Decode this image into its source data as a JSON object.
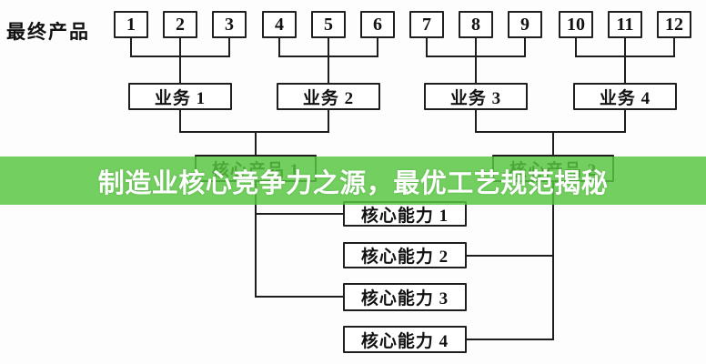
{
  "page": {
    "background": "#fdfdfd"
  },
  "banner": {
    "text": "制造业核心竞争力之源，最优工艺规范揭秘",
    "background_color": "#5ec746",
    "text_color": "#ffffff"
  },
  "diagram": {
    "final_products_label": "最终产品",
    "products": [
      "1",
      "2",
      "3",
      "4",
      "5",
      "6",
      "7",
      "8",
      "9",
      "10",
      "11",
      "12"
    ],
    "businesses": [
      "业务 1",
      "业务 2",
      "业务 3",
      "业务 4"
    ],
    "core_products": [
      "核心产品 1",
      "核心产品 2"
    ],
    "core_capabilities": [
      "核心能力 1",
      "核心能力 2",
      "核心能力 3",
      "核心能力 4"
    ],
    "line_color": "#1e1e1e",
    "box_border_color": "#1e1e1e",
    "box_fill_color": "#ffffff"
  }
}
